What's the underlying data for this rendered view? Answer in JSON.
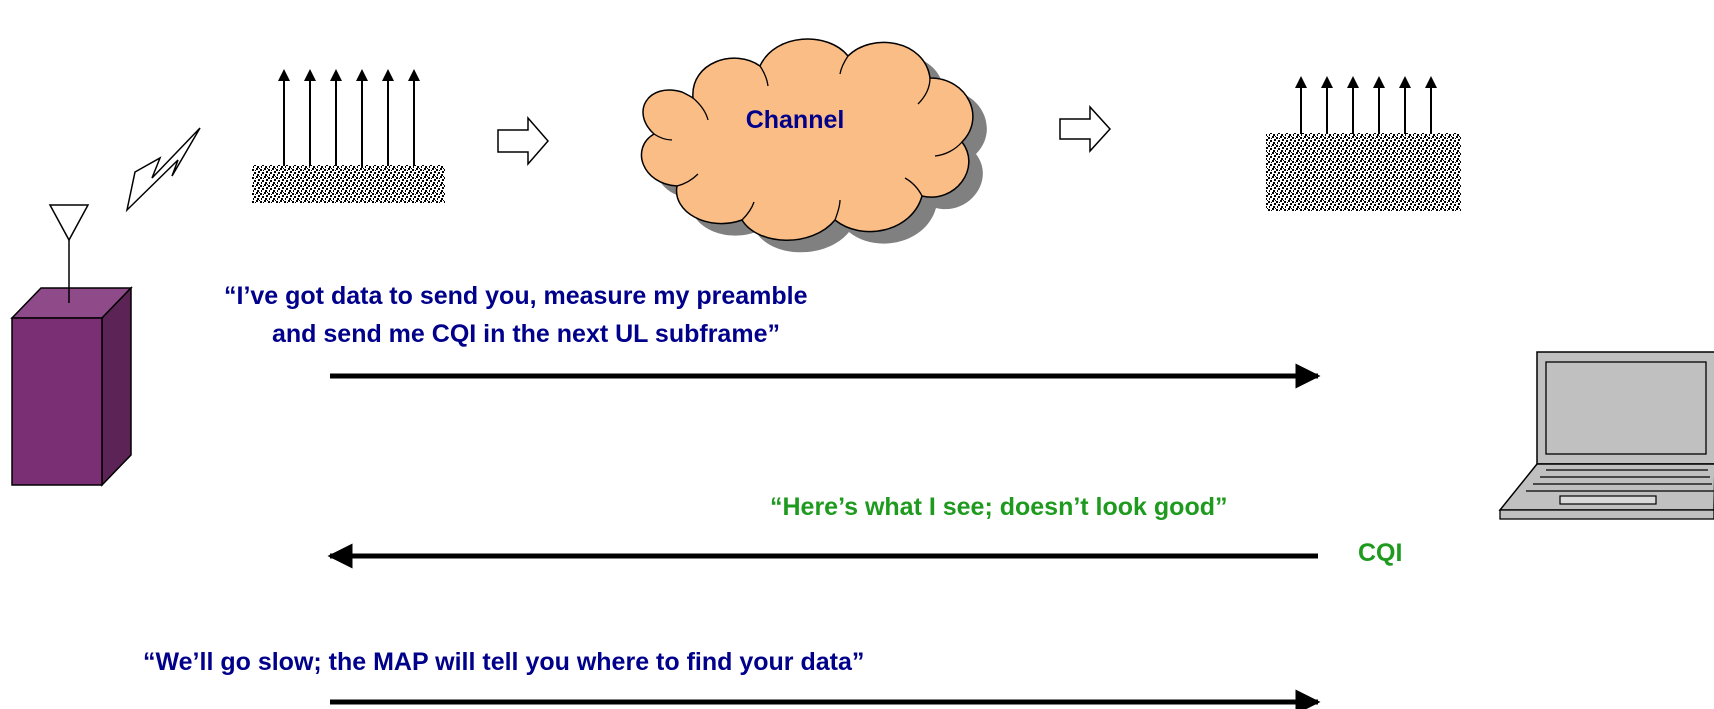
{
  "channel": {
    "label": "Channel",
    "fill": "#fbbd86",
    "shadow": "#808080"
  },
  "messages": [
    {
      "lines": [
        "“I’ve got data to send you, measure my preamble",
        "and send me CQI in the next UL subframe”"
      ],
      "color": "#00008b",
      "direction": "right"
    },
    {
      "lines": [
        "“Here’s what I see; doesn’t look good”"
      ],
      "tag": "CQI",
      "color": "#1e9a1e",
      "direction": "left"
    },
    {
      "lines": [
        "“We’ll go slow; the MAP will tell you where to find your data”"
      ],
      "color": "#00008b",
      "direction": "right"
    }
  ],
  "colors": {
    "base_station_front": "#7a2e73",
    "base_station_top": "#8f4a89",
    "base_station_side": "#5c2456",
    "laptop": "#c0c0c0"
  },
  "icons": [
    "base-station-icon",
    "antenna-icon",
    "lightning-icon",
    "laptop-icon",
    "cloud-icon",
    "hollow-arrow-icon"
  ]
}
